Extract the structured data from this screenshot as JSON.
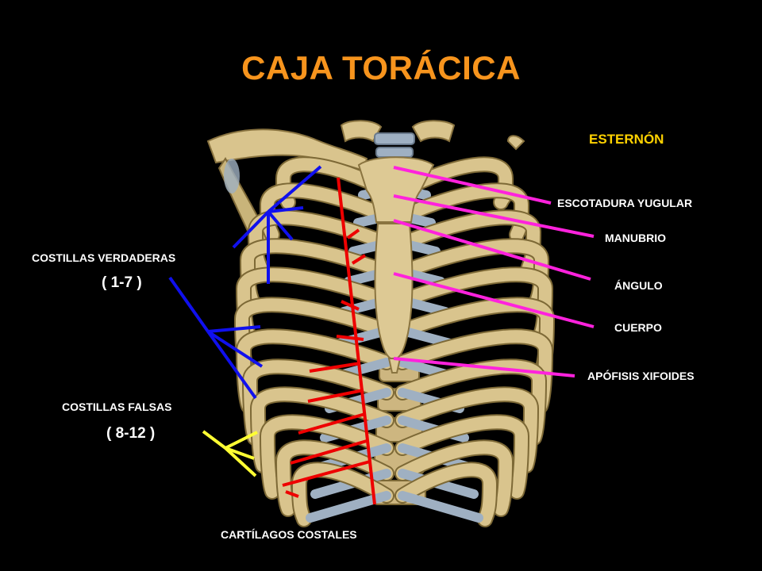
{
  "title": "CAJA TORÁCICA",
  "colors": {
    "background": "#000000",
    "title": "#f7941d",
    "esternon_header": "#ffd200",
    "label_text": "#ffffff",
    "sternum_pointers": "#ff22dd",
    "true_ribs_pointers": "#1010ee",
    "false_ribs_pointers": "#ffff33",
    "cartilage_pointers": "#ee0000",
    "bone": "#d9c48d",
    "cartilage": "#9fb0c2"
  },
  "sternum": {
    "header": "ESTERNÓN",
    "parts": [
      "ESCOTADURA YUGULAR",
      "MANUBRIO",
      "ÁNGULO",
      "CUERPO",
      "APÓFISIS XIFOIDES"
    ]
  },
  "ribs": {
    "true_label": "COSTILLAS VERDADERAS",
    "true_range": "( 1-7 )",
    "false_label": "COSTILLAS FALSAS",
    "false_range": "( 8-12 )"
  },
  "cartilage_label": "CARTÍLAGOS COSTALES"
}
